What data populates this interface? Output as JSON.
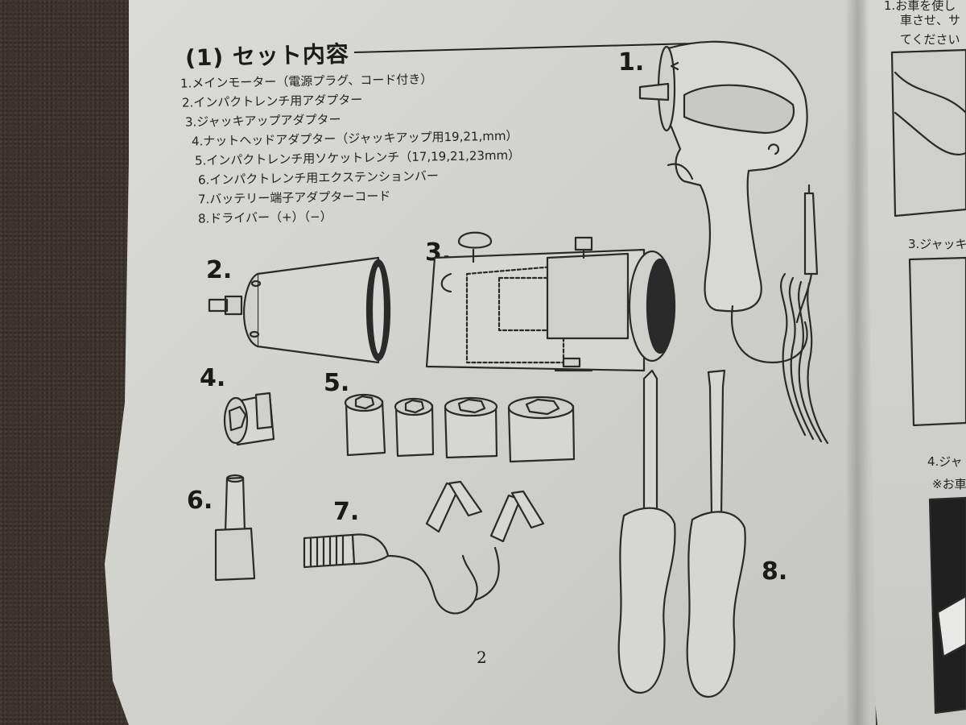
{
  "section_title": "(1) セット内容",
  "items": [
    "1.メインモーター（電源プラグ、コード付き）",
    "2.インパクトレンチ用アダプター",
    "3.ジャッキアップアダプター",
    "4.ナットヘッドアダプター（ジャッキアップ用19,21,mm）",
    "5.インパクトレンチ用ソケットレンチ（17,19,21,23mm）",
    "6.インパクトレンチ用エクステンションバー",
    "7.バッテリー端子アダプターコード",
    "8.ドライバー（+）（−）"
  ],
  "figure_numbers": {
    "n1": "1.",
    "n2": "2.",
    "n3": "3.",
    "n4": "4.",
    "n5": "5.",
    "n6": "6.",
    "n7": "7.",
    "n8": "8."
  },
  "page_number": "2",
  "right_page": {
    "line1": "1.お車を使し",
    "line2": "車させ、サ",
    "line3": "てください",
    "line4": "3.ジャッキ",
    "line5": "4.ジャ",
    "line6": "※お車"
  }
}
